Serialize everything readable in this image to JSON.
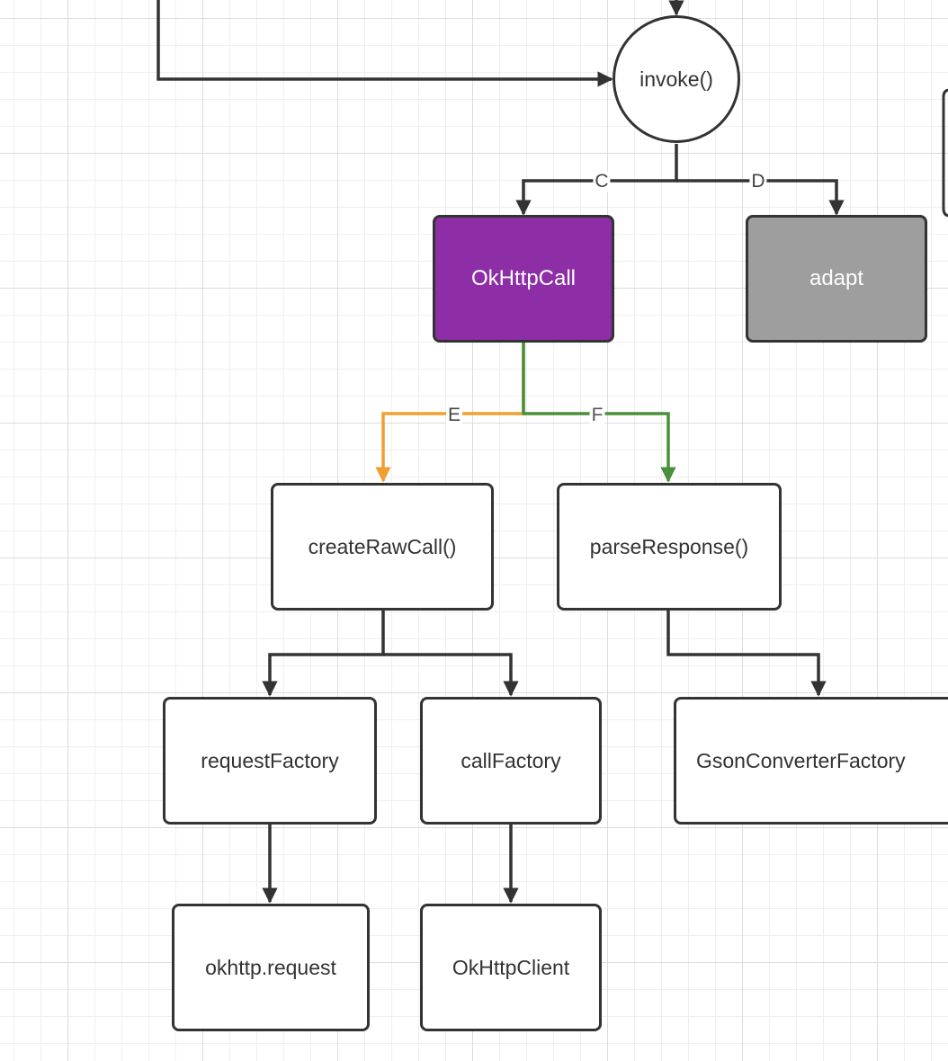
{
  "nodes": {
    "invoke": "invoke()",
    "okhttpcall": "OkHttpCall",
    "adapt": "adapt",
    "create_raw_call": "createRawCall()",
    "parse_response": "parseResponse()",
    "request_factory": "requestFactory",
    "call_factory": "callFactory",
    "gson_converter_factory": "GsonConverterFactory",
    "okhttp_request": "okhttp.request",
    "okhttp_client": "OkHttpClient"
  },
  "edge_labels": {
    "c": "C",
    "d": "D",
    "e": "E",
    "f": "F"
  },
  "colors": {
    "okhttpcall_fill": "#8e2ea6",
    "adapt_fill": "#9e9e9e",
    "edge_default": "#333333",
    "edge_e": "#f0a030",
    "edge_f": "#4a8f3a"
  }
}
